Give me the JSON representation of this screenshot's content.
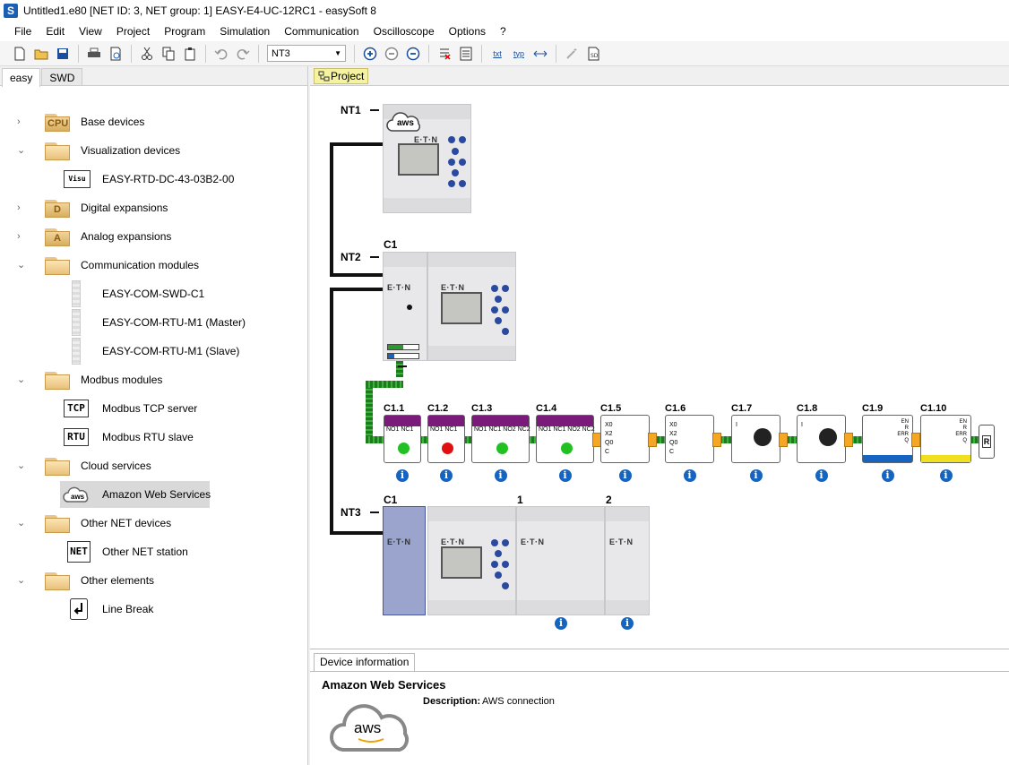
{
  "window": {
    "title": "Untitled1.e80 [NET ID: 3, NET group: 1] EASY-E4-UC-12RC1 - easySoft 8",
    "app_icon": "S"
  },
  "menu": [
    "File",
    "Edit",
    "View",
    "Project",
    "Program",
    "Simulation",
    "Communication",
    "Oscilloscope",
    "Options",
    "?"
  ],
  "toolbar": {
    "net_select": "NT3",
    "text_btns": [
      "txt",
      "typ"
    ]
  },
  "left_tabs": [
    "easy",
    "SWD"
  ],
  "tree": {
    "base": {
      "label": "Base devices",
      "icon": "CPU"
    },
    "visu": {
      "label": "Visualization devices",
      "icon": "visu-folder-icon"
    },
    "visu_item": {
      "label": "EASY-RTD-DC-43-03B2-00",
      "icon": "Visu"
    },
    "digital": {
      "label": "Digital expansions",
      "icon": "D"
    },
    "analog": {
      "label": "Analog expansions",
      "icon": "A"
    },
    "comm": {
      "label": "Communication modules"
    },
    "comm_items": [
      "EASY-COM-SWD-C1",
      "EASY-COM-RTU-M1 (Master)",
      "EASY-COM-RTU-M1 (Slave)"
    ],
    "modbus": {
      "label": "Modbus modules"
    },
    "modbus_items": [
      {
        "label": "Modbus TCP server",
        "icon": "TCP"
      },
      {
        "label": "Modbus RTU slave",
        "icon": "RTU"
      }
    ],
    "cloud": {
      "label": "Cloud services"
    },
    "cloud_item": {
      "label": "Amazon Web Services",
      "icon": "aws"
    },
    "othernet": {
      "label": "Other NET devices"
    },
    "othernet_item": {
      "label": "Other NET station",
      "icon": "NET"
    },
    "other": {
      "label": "Other elements"
    },
    "other_item": {
      "label": "Line Break"
    }
  },
  "project_tab": "Project",
  "canvas": {
    "nets": [
      "NT1",
      "NT2",
      "NT3"
    ],
    "c1_labels": [
      "C1",
      "C1"
    ],
    "nt3_numbers": [
      "1",
      "2"
    ],
    "eaton": "E·T·N",
    "aws_badge": "aws",
    "io_modules": [
      {
        "name": "C1.1",
        "labels": [
          "NO1",
          "NC1"
        ],
        "led": "#22c022"
      },
      {
        "name": "C1.2",
        "labels": [
          "NO1",
          "NC1"
        ],
        "led": "#e01010"
      },
      {
        "name": "C1.3",
        "labels": [
          "NO1",
          "NC1",
          "NO2",
          "NC2"
        ],
        "led": "#22c022"
      },
      {
        "name": "C1.4",
        "labels": [
          "NO1",
          "NC1",
          "NO2",
          "NC2"
        ],
        "led": "#22c022"
      },
      {
        "name": "C1.5",
        "labels": [
          "X0",
          "X2",
          "Q0",
          "C"
        ]
      },
      {
        "name": "C1.6",
        "labels": [
          "X0",
          "X2",
          "Q0",
          "C"
        ]
      },
      {
        "name": "C1.7",
        "labels": [
          "I"
        ]
      },
      {
        "name": "C1.8",
        "labels": [
          "I"
        ]
      },
      {
        "name": "C1.9",
        "labels": [
          "EN",
          "R",
          "ERR",
          "Q"
        ],
        "accent": "#1565c0"
      },
      {
        "name": "C1.10",
        "labels": [
          "EN",
          "R",
          "ERR",
          "Q"
        ],
        "accent": "#f0e020"
      }
    ],
    "terminator": "R"
  },
  "device_info": {
    "tab": "Device information",
    "title": "Amazon Web Services",
    "desc_label": "Description:",
    "desc_value": "AWS connection",
    "logo": "aws"
  },
  "colors": {
    "accent": "#1565c0",
    "bus_green": "#2e9a2e",
    "module_purple": "#7a1a7a",
    "connector_orange": "#f5a623"
  }
}
